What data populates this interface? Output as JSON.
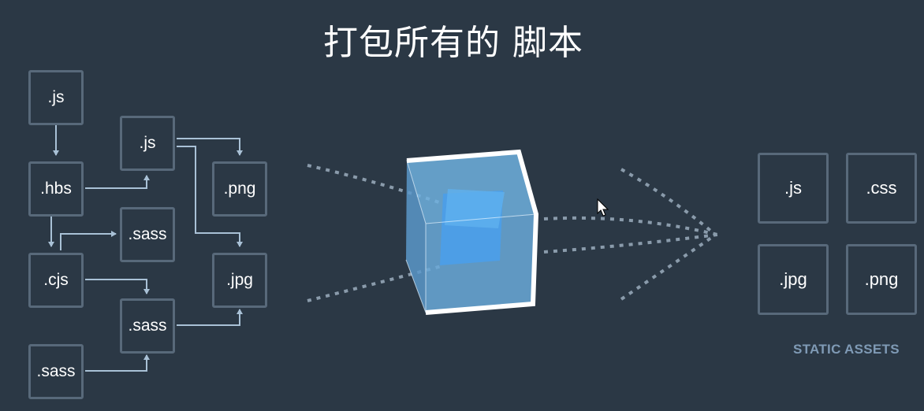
{
  "title": "打包所有的 脚本",
  "sources": [
    ".js",
    ".hbs",
    ".cjs",
    ".sass",
    ".js",
    ".sass",
    ".sass",
    ".png",
    ".jpg"
  ],
  "static_assets": {
    "caption": "STATIC ASSETS",
    "items": [
      ".js",
      ".css",
      ".jpg",
      ".png"
    ]
  },
  "colors": {
    "background": "#2b3845",
    "box_border": "#58697a",
    "arrow": "#a9c1d6",
    "dotted": "#8a9bab",
    "cube_blue": "#4d9ee6",
    "caption": "#7f9ab5"
  }
}
